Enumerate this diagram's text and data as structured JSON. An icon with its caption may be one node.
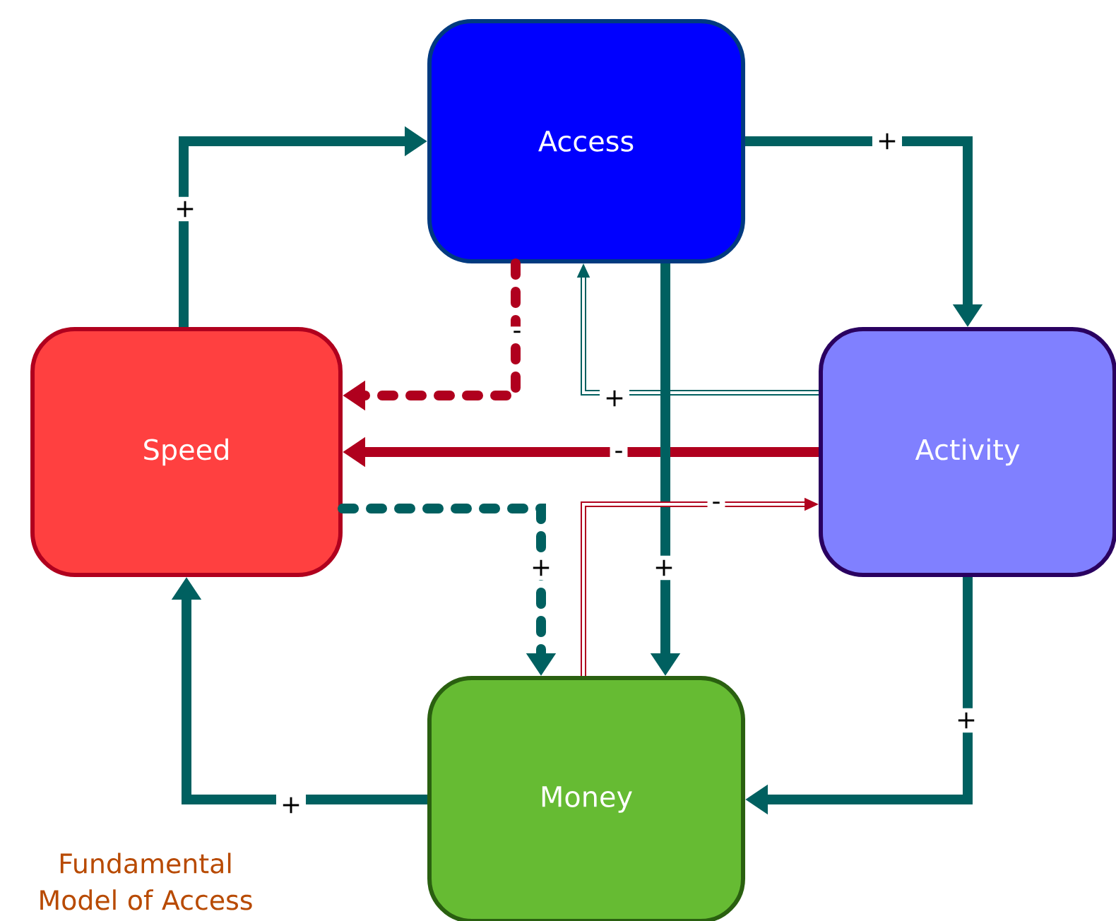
{
  "diagram": {
    "title": "Fundamental Model of Access",
    "nodes": [
      {
        "text": [
          "Access"
        ]
      },
      {
        "text": [
          "Speed"
        ]
      },
      {
        "text": [
          "Activity"
        ]
      },
      {
        "text": [
          "Money"
        ]
      }
    ],
    "edges": [
      {
        "from": 1,
        "to": 0,
        "arrow": "to",
        "label": "+"
      },
      {
        "from": 0,
        "to": 2,
        "arrow": "to",
        "label": "+"
      },
      {
        "from": 2,
        "to": 3,
        "arrow": "to",
        "label": "+"
      },
      {
        "from": 3,
        "to": 1,
        "arrow": "to",
        "label": "+"
      },
      {
        "from": 0,
        "to": 1,
        "arrow": "to",
        "label": "-",
        "style": "dashed",
        "color": "#b0001e"
      },
      {
        "from": 2,
        "to": 1,
        "arrow": "to",
        "label": "-",
        "color": "#b0001e"
      },
      {
        "from": 2,
        "to": 0,
        "arrow": "to",
        "label": "+"
      },
      {
        "from": 1,
        "to": 3,
        "arrow": "to",
        "label": "+",
        "style": "dashed"
      },
      {
        "from": 0,
        "to": 3,
        "arrow": "to",
        "label": "+"
      },
      {
        "from": 3,
        "to": 2,
        "arrow": "to",
        "label": "-",
        "color": "#b0001e"
      }
    ]
  }
}
